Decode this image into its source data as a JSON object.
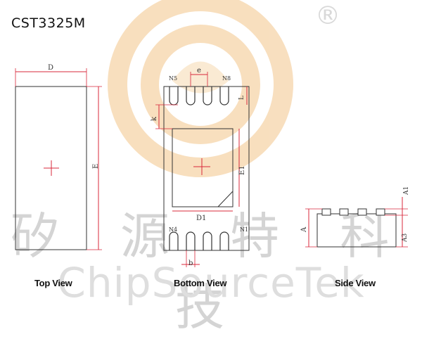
{
  "diagram": {
    "part_number": "CST3325M",
    "watermark_chinese": "矽 源 特 科 技",
    "watermark_english": "ChipSourceTek",
    "registered_mark": "®",
    "views": {
      "top": "Top View",
      "bottom": "Bottom View",
      "side": "Side View"
    },
    "dimensions": {
      "D": "D",
      "E": "E",
      "e": "e",
      "L": "L",
      "k": "k",
      "E1": "E1",
      "D1": "D1",
      "b": "b",
      "A": "A",
      "A1": "A1",
      "A3": "A3"
    },
    "pins": {
      "top_left": "N5",
      "top_right": "N8",
      "bottom_left": "N4",
      "bottom_right": "N1"
    },
    "colors": {
      "outline": "#333333",
      "dimension": "#d8283b",
      "logo": "#f3c58a"
    }
  }
}
